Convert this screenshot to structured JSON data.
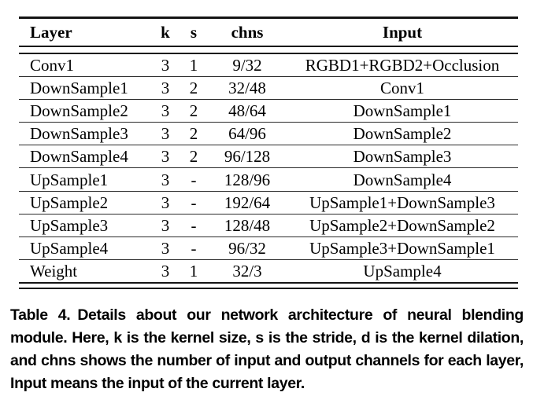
{
  "table": {
    "columns": {
      "layer": "Layer",
      "k": "k",
      "s": "s",
      "chns": "chns",
      "input": "Input"
    },
    "rows": [
      {
        "layer": "Conv1",
        "k": "3",
        "s": "1",
        "chns": "9/32",
        "input": "RGBD1+RGBD2+Occlusion"
      },
      {
        "layer": "DownSample1",
        "k": "3",
        "s": "2",
        "chns": "32/48",
        "input": "Conv1"
      },
      {
        "layer": "DownSample2",
        "k": "3",
        "s": "2",
        "chns": "48/64",
        "input": "DownSample1"
      },
      {
        "layer": "DownSample3",
        "k": "3",
        "s": "2",
        "chns": "64/96",
        "input": "DownSample2"
      },
      {
        "layer": "DownSample4",
        "k": "3",
        "s": "2",
        "chns": "96/128",
        "input": "DownSample3"
      },
      {
        "layer": "UpSample1",
        "k": "3",
        "s": "-",
        "chns": "128/96",
        "input": "DownSample4"
      },
      {
        "layer": "UpSample2",
        "k": "3",
        "s": "-",
        "chns": "192/64",
        "input": "UpSample1+DownSample3"
      },
      {
        "layer": "UpSample3",
        "k": "3",
        "s": "-",
        "chns": "128/48",
        "input": "UpSample2+DownSample2"
      },
      {
        "layer": "UpSample4",
        "k": "3",
        "s": "-",
        "chns": "96/32",
        "input": "UpSample3+DownSample1"
      },
      {
        "layer": "Weight",
        "k": "3",
        "s": "1",
        "chns": "32/3",
        "input": "UpSample4"
      }
    ]
  },
  "caption": {
    "label": "Table 4.",
    "text": "Details about our network architecture of neural blending module. Here, k is the kernel size, s is the stride, d is the kernel dilation, and chns shows the number of input and output channels for each layer, Input means the input of the current layer."
  },
  "colors": {
    "background": "#ffffff",
    "text": "#000000",
    "rule": "#141414"
  }
}
